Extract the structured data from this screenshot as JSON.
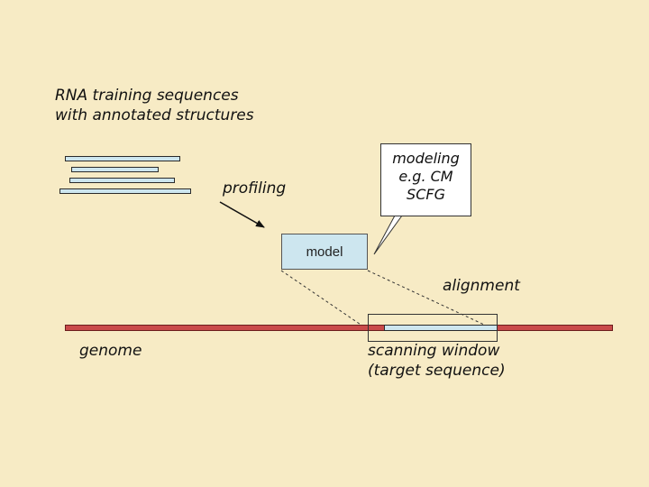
{
  "labels": {
    "training_line1": "RNA training sequences",
    "training_line2": "with annotated structures",
    "profiling": "profiling",
    "modeling_line1": "modeling",
    "modeling_line2": "e.g. CM",
    "modeling_line3": "SCFG",
    "model": "model",
    "alignment": "alignment",
    "genome": "genome",
    "window_line1": "scanning window",
    "window_line2": "(target sequence)"
  },
  "colors": {
    "background": "#f7ebc5",
    "sequence_fill": "#cde6ef",
    "genome_fill": "#c94a4a",
    "callout_fill": "#ffffff"
  }
}
